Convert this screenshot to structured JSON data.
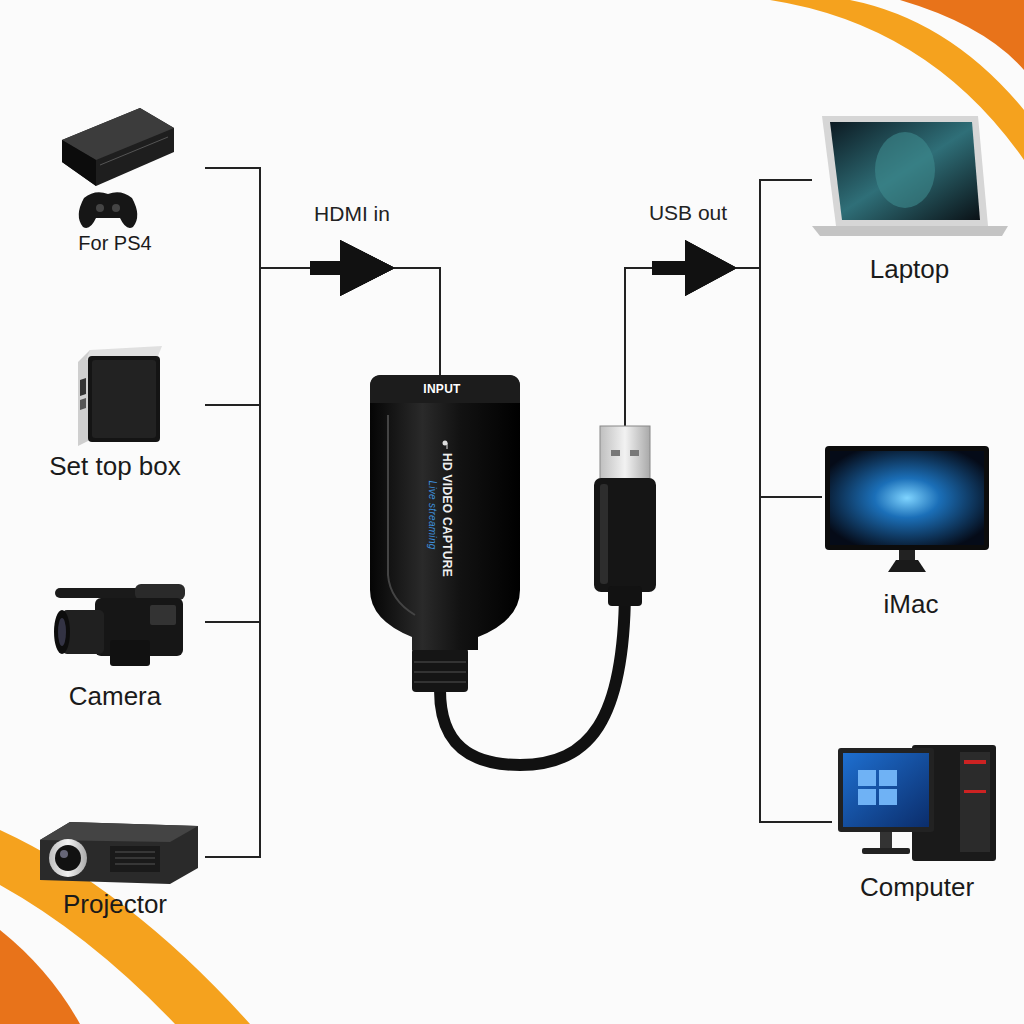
{
  "diagram": {
    "nodes": [
      {
        "text": [
          "For PS4"
        ]
      },
      {
        "text": [
          "Set top box"
        ]
      },
      {
        "text": [
          "Camera"
        ]
      },
      {
        "text": [
          "Projector"
        ]
      },
      {
        "text": [
          "INPUT",
          "HD VIDEO CAPTURE",
          "Live streaming"
        ]
      },
      {
        "text": [
          "Laptop"
        ]
      },
      {
        "text": [
          "iMac"
        ]
      },
      {
        "text": [
          "Computer"
        ]
      }
    ],
    "edges": [
      {
        "from": 0,
        "to": 4,
        "arrow": "to"
      },
      {
        "from": 1,
        "to": 4,
        "arrow": "to"
      },
      {
        "from": 2,
        "to": 4,
        "arrow": "to"
      },
      {
        "from": 3,
        "to": 4,
        "arrow": "to"
      },
      {
        "from": 4,
        "to": 5,
        "arrow": "to"
      },
      {
        "from": 4,
        "to": 6,
        "arrow": "to"
      },
      {
        "from": 4,
        "to": 7,
        "arrow": "to"
      }
    ],
    "labels": [
      "HDMI in",
      "USB out"
    ]
  }
}
